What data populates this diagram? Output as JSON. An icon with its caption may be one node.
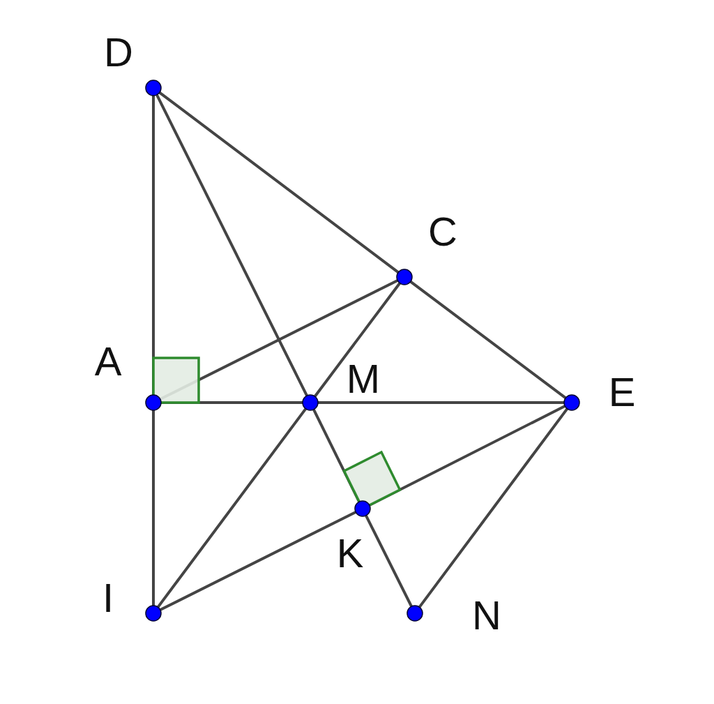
{
  "diagram": {
    "nodes": [
      {
        "text": [
          "D"
        ]
      },
      {
        "text": [
          "C"
        ]
      },
      {
        "text": [
          "A"
        ]
      },
      {
        "text": [
          "M"
        ]
      },
      {
        "text": [
          "E"
        ]
      },
      {
        "text": [
          "K"
        ]
      },
      {
        "text": [
          "I"
        ]
      },
      {
        "text": [
          "N"
        ]
      }
    ],
    "edges": [
      {
        "from": 0,
        "to": 2,
        "arrow": "none"
      },
      {
        "from": 2,
        "to": 6,
        "arrow": "none"
      },
      {
        "from": 0,
        "to": 1,
        "arrow": "none"
      },
      {
        "from": 1,
        "to": 4,
        "arrow": "none"
      },
      {
        "from": 0,
        "to": 3,
        "arrow": "none"
      },
      {
        "from": 3,
        "to": 5,
        "arrow": "none"
      },
      {
        "from": 5,
        "to": 7,
        "arrow": "none"
      },
      {
        "from": 2,
        "to": 1,
        "arrow": "none"
      },
      {
        "from": 1,
        "to": 3,
        "arrow": "none"
      },
      {
        "from": 3,
        "to": 6,
        "arrow": "none"
      },
      {
        "from": 2,
        "to": 3,
        "arrow": "none"
      },
      {
        "from": 3,
        "to": 4,
        "arrow": "none"
      },
      {
        "from": 4,
        "to": 5,
        "arrow": "none"
      },
      {
        "from": 5,
        "to": 6,
        "arrow": "none"
      },
      {
        "from": 4,
        "to": 7,
        "arrow": "none"
      }
    ]
  }
}
